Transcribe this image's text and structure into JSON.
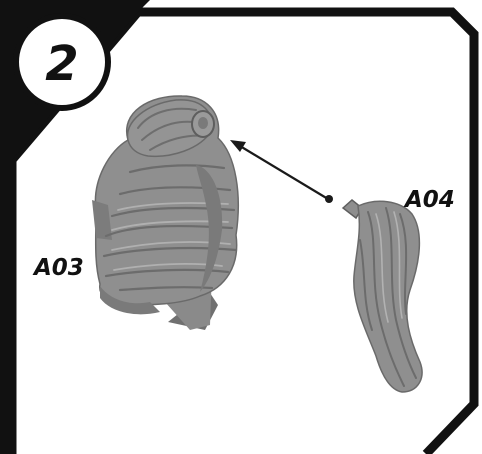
{
  "step": {
    "number": "2"
  },
  "parts": [
    {
      "id": "A03",
      "label": "A03"
    },
    {
      "id": "A04",
      "label": "A04"
    }
  ],
  "colors": {
    "frame": "#111111",
    "part_fill": "#8f8f8f",
    "part_shadow": "#6f6f6f",
    "part_highlight": "#b4b4b4",
    "arrow": "#1a1a1a"
  }
}
